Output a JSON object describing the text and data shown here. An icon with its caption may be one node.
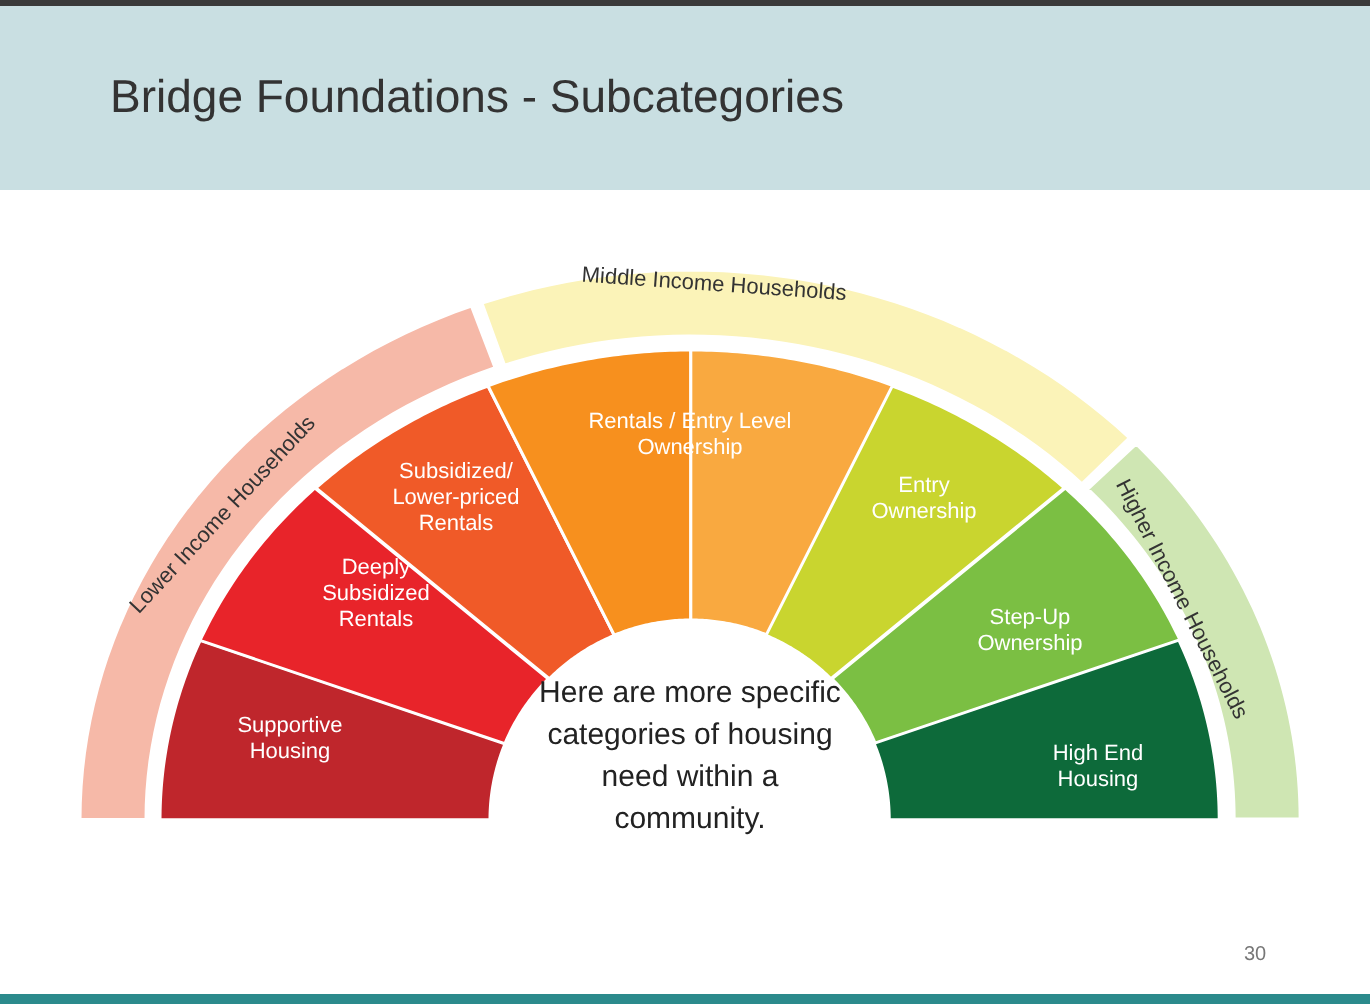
{
  "diagram": {
    "title": "Bridge Foundations - Subcategories",
    "nodes": [
      {
        "text": [
          "Lower Income Households"
        ]
      },
      {
        "text": [
          "Middle Income Households"
        ]
      },
      {
        "text": [
          "Higher Income Households"
        ]
      },
      {
        "text": [
          "Supportive Housing"
        ]
      },
      {
        "text": [
          "Deeply Subsidized Rentals"
        ]
      },
      {
        "text": [
          "Subsidized/ Lower-priced Rentals"
        ]
      },
      {
        "text": [
          "Rentals / Entry Level Ownership"
        ]
      },
      {
        "text": [
          "Entry Ownership"
        ]
      },
      {
        "text": [
          "Step-Up Ownership"
        ]
      },
      {
        "text": [
          "High End Housing"
        ]
      }
    ],
    "edges": [],
    "labels": [
      "Here are more specific categories of housing need within a community.",
      "30"
    ]
  }
}
